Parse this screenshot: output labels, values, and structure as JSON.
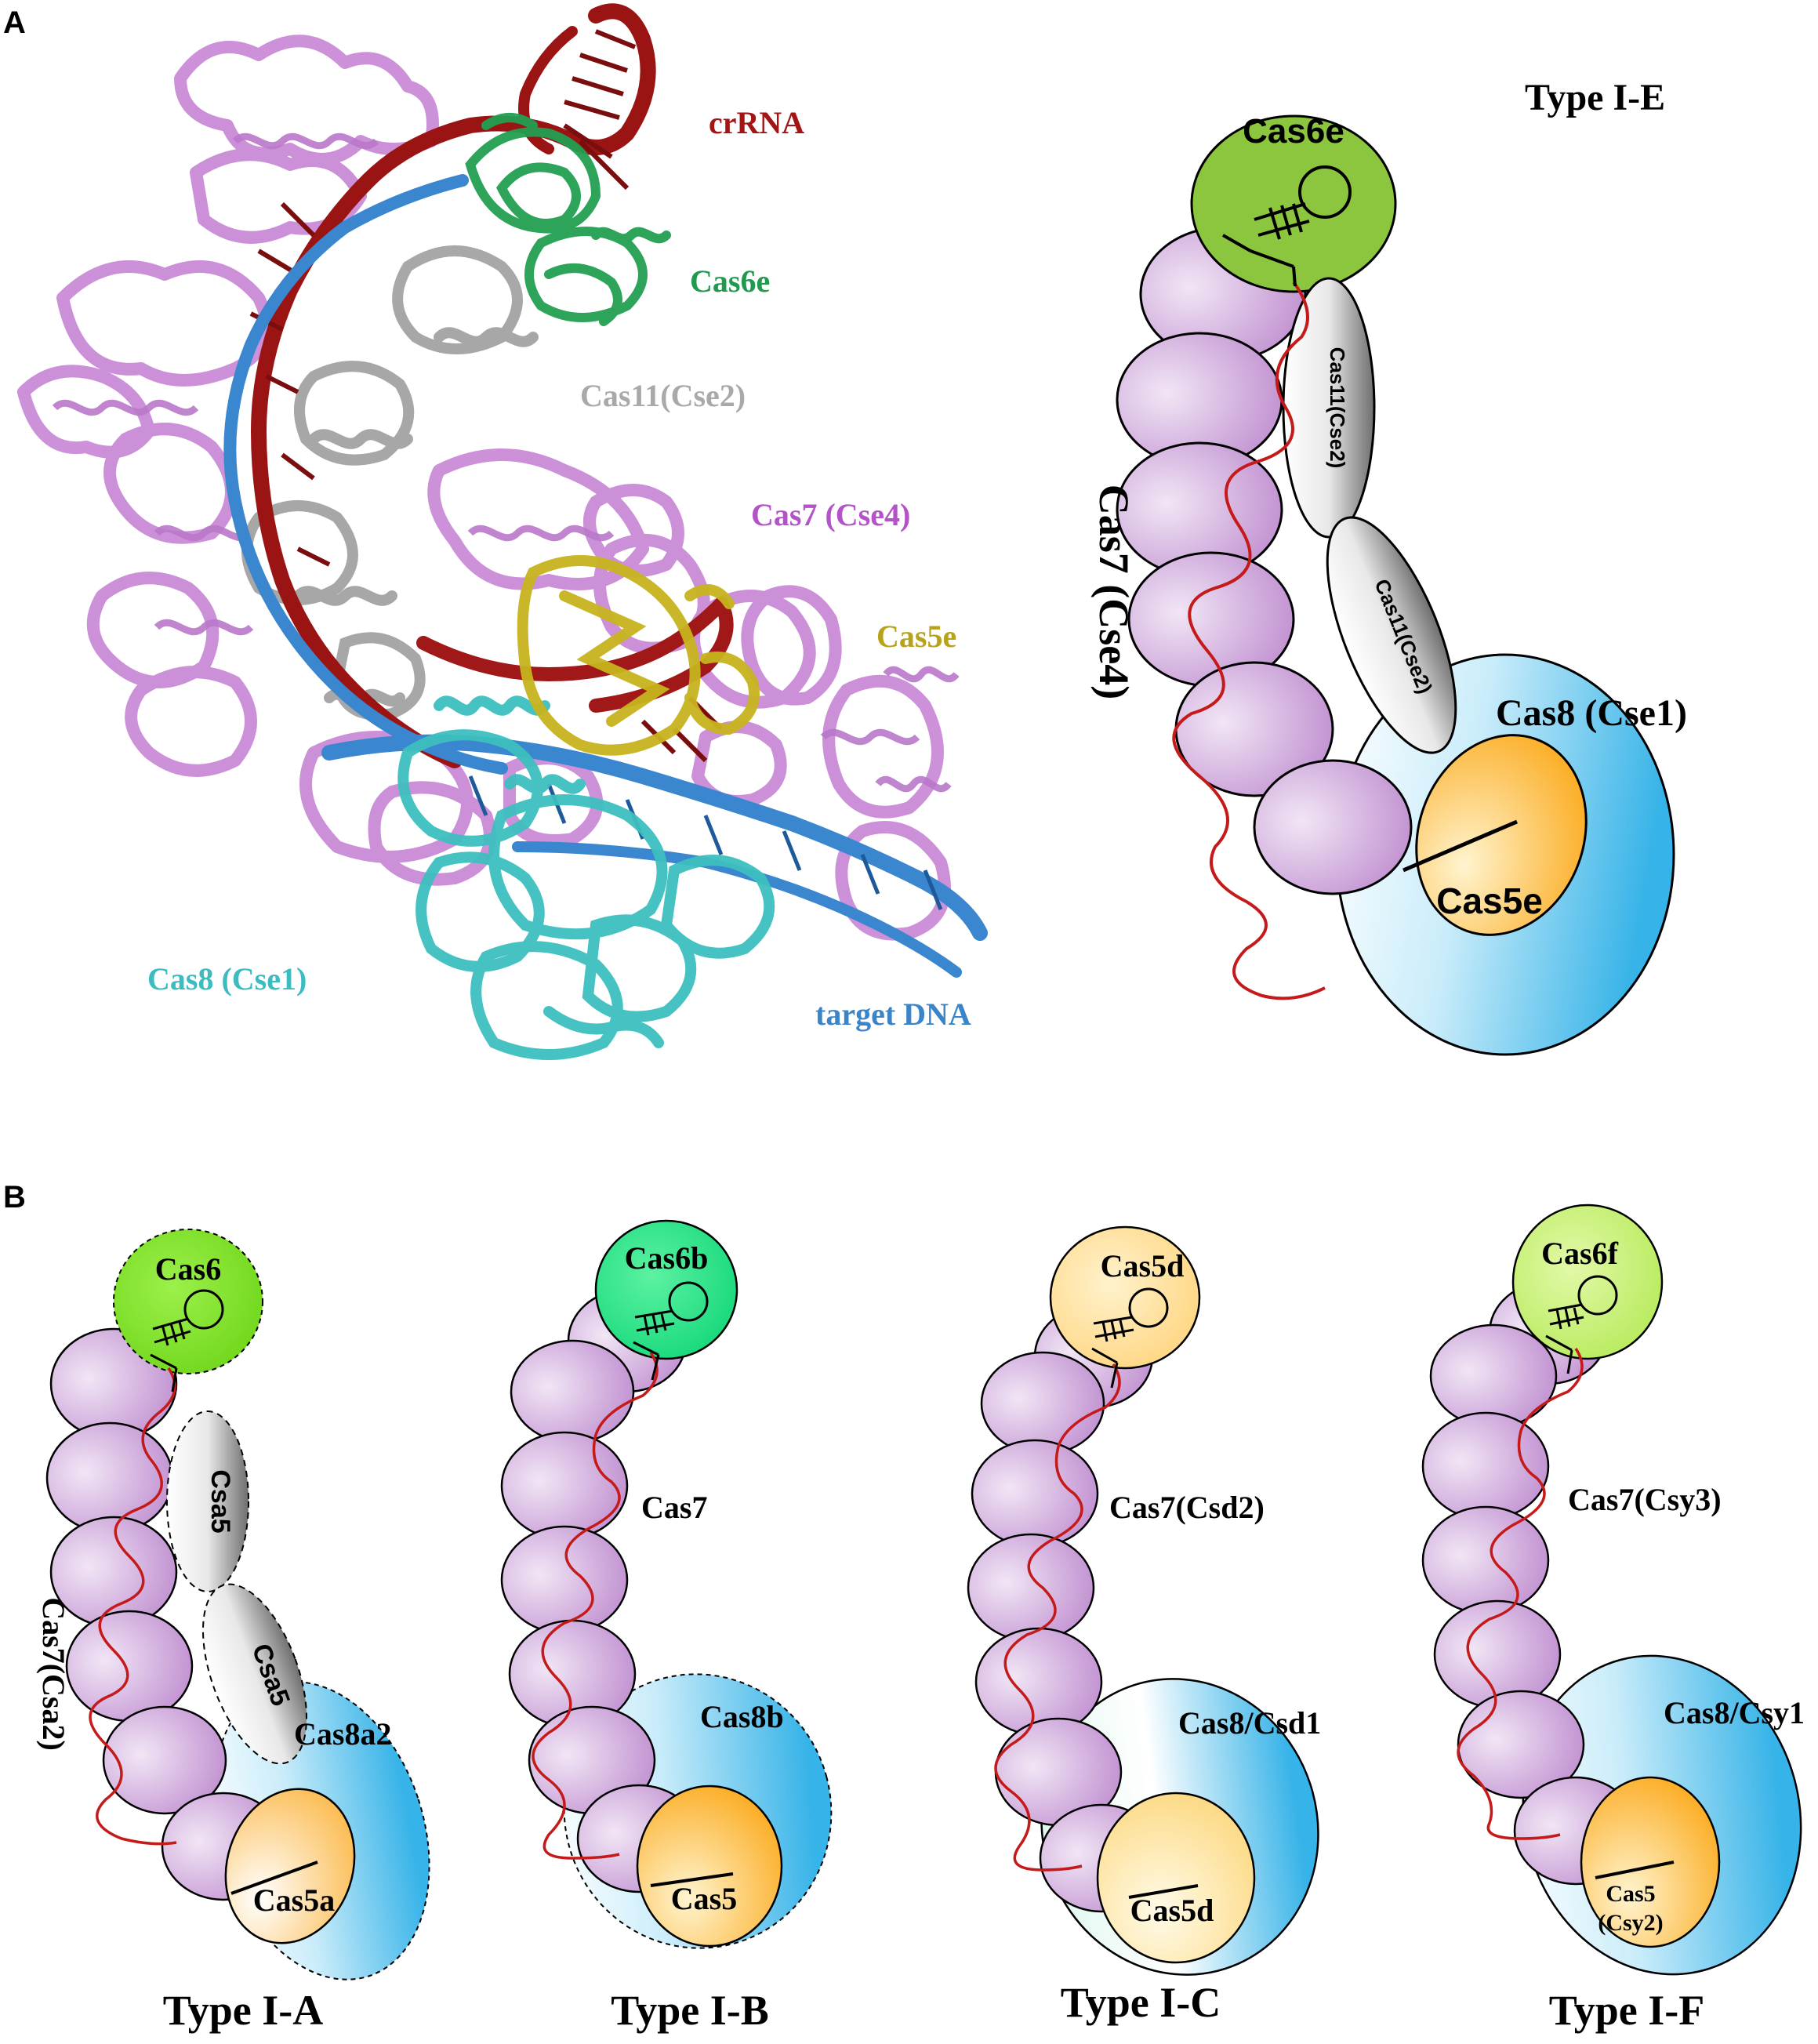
{
  "panels": {
    "A": {
      "letter": "A",
      "structure": {
        "labels": [
          {
            "key": "crrna",
            "text": "crRNA",
            "color": "#a31515"
          },
          {
            "key": "cas6e",
            "text": "Cas6e",
            "color": "#1f9a4e"
          },
          {
            "key": "cas11",
            "text": "Cas11(Cse2)",
            "color": "#a9a9a9"
          },
          {
            "key": "cas7",
            "text": "Cas7 (Cse4)",
            "color": "#b453c8"
          },
          {
            "key": "cas5e",
            "text": "Cas5e",
            "color": "#b8a21a"
          },
          {
            "key": "cas8",
            "text": "Cas8 (Cse1)",
            "color": "#3cbcc0"
          },
          {
            "key": "dna",
            "text": "target DNA",
            "color": "#3a84c9"
          }
        ]
      },
      "schematic": {
        "title": "Type I-E",
        "cas6": "Cas6e",
        "cas11_top": "Cas11(Cse2)",
        "cas11_bottom": "Cas11(Cse2)",
        "cas7": "Cas7 (Cse4)",
        "cas8": "Cas8 (Cse1)",
        "cas5": "Cas5e"
      }
    },
    "B": {
      "letter": "B",
      "types": [
        {
          "title": "Type I-A",
          "cas6": "Cas6",
          "small1": "Csa5",
          "small2": "Csa5",
          "cas7": "Cas7(Csa2)",
          "cas8": "Cas8a2",
          "cas5": "Cas5a"
        },
        {
          "title": "Type I-B",
          "cas6": "Cas6b",
          "cas7": "Cas7",
          "cas8": "Cas8b",
          "cas5": "Cas5"
        },
        {
          "title": "Type I-C",
          "cas6": "Cas5d",
          "cas7": "Cas7(Csd2)",
          "cas8": "Cas8/Csd1",
          "cas5": "Cas5d"
        },
        {
          "title": "Type I-F",
          "cas6": "Cas6f",
          "cas7": "Cas7(Csy3)",
          "cas8": "Cas8/Csy1",
          "cas5_line1": "Cas5",
          "cas5_line2": "(Csy2)"
        }
      ]
    }
  },
  "colors": {
    "cas7_edge": "#e9d8ef",
    "cas7_core": "#c697d4",
    "crrna": "#c01818",
    "cas6_ie": "#8cc63f",
    "cas6_ia": "#7ee02a",
    "cas6_ib": "#2ae886",
    "cas6_ic": "#ffd98a",
    "cas6_if": "#c9f07a",
    "cas8_blue": "#3fb7ea",
    "cas5_orange": "#fbb02a"
  }
}
